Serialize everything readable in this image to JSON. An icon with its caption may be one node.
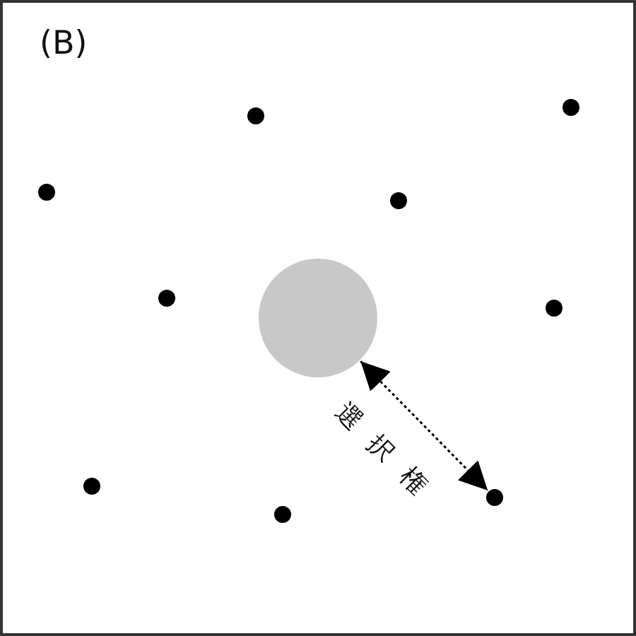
{
  "diagram": {
    "title": "(B)",
    "nodes": [
      {
        "text": [],
        "shape": "circle"
      },
      {
        "text": [],
        "shape": "circle"
      },
      {
        "text": [],
        "shape": "circle"
      },
      {
        "text": [],
        "shape": "circle"
      },
      {
        "text": [],
        "shape": "circle"
      },
      {
        "text": [],
        "shape": "circle"
      },
      {
        "text": [],
        "shape": "circle"
      },
      {
        "text": [],
        "shape": "circle"
      },
      {
        "text": [],
        "shape": "circle"
      },
      {
        "text": [],
        "shape": "circle"
      }
    ],
    "edges": [
      {
        "from": 5,
        "to": 8,
        "arrow": "both",
        "style": "dashed",
        "label": "選択権"
      }
    ]
  }
}
